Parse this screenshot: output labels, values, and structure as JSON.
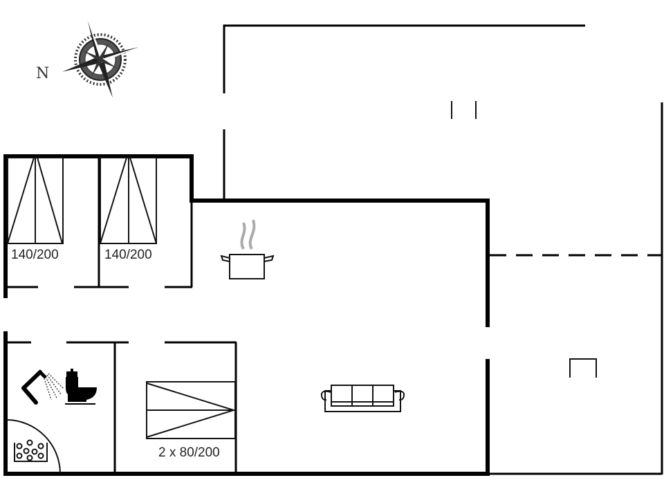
{
  "compass": {
    "north_label": "N",
    "icon": "compass-rose-icon"
  },
  "rooms": {
    "bedroom_1": {
      "bed_label": "140/200",
      "icon": "double-bed-icon"
    },
    "bedroom_2": {
      "bed_label": "140/200",
      "icon": "double-bed-icon"
    },
    "bedroom_3": {
      "bed_label": "2 x 80/200",
      "icon": "twin-beds-icon"
    },
    "bathroom": {
      "icons": [
        "shower-icon",
        "toilet-icon",
        "sauna-heater-icon"
      ]
    },
    "kitchen_living": {
      "icons": [
        "cooking-pot-icon",
        "sofa-icon"
      ]
    },
    "terrace": {
      "icons": [
        "grill-icon"
      ]
    }
  },
  "colors": {
    "wall": "#000000",
    "background": "#ffffff",
    "steam": "#aaaaaa"
  }
}
